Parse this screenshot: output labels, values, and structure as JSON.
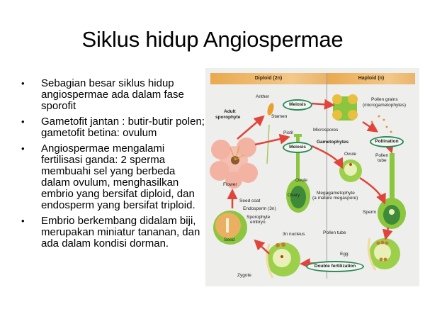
{
  "slide": {
    "title": "Siklus hidup Angiospermae",
    "bullets": [
      "Sebagian besar siklus hidup angiospermae ada dalam fase sporofit",
      "Gametofit jantan : butir-butir polen; gametofit betina: ovulum",
      "Angiospermae mengalami fertilisasi ganda: 2 sperma membuahi sel yang berbeda dalam ovulum, menghasilkan embrio yang bersifat diploid, dan endosperm yang bersifat triploid.",
      "Embrio berkembang didalam biji, merupakan miniatur tananan, dan ada dalam kondisi dorman."
    ],
    "bullet_glyph": "•"
  },
  "diagram": {
    "header_left": "Diploid (2n)",
    "header_right": "Haploid (n)",
    "ovals": {
      "meiosis_top": "Meiosis",
      "meiosis_mid": "Meiosis",
      "pollination": "Pollination",
      "double_fertilization": "Double fertilization"
    },
    "labels": {
      "anther": "Anther",
      "adult_sporophyte_1": "Adult",
      "adult_sporophyte_2": "sporophyte",
      "stamen": "Stamen",
      "pistil": "Pistil",
      "flower": "Flower",
      "ovule_left": "Ovule",
      "ovary": "Ovary",
      "seed_coat": "Seed coat",
      "endosperm": "Endosperm (3n)",
      "sporophyte_embryo_1": "Sporophyte",
      "sporophyte_embryo_2": "embryo",
      "seed": "Seed",
      "nucleus_3n": "3n nucleus",
      "zygote": "Zygote",
      "pollen_grains_1": "Pollen grains",
      "pollen_grains_2": "(microgametophytes)",
      "microspores": "Microspores",
      "gametophytes": "Gametophytes",
      "ovule_right": "Ovule",
      "pollen_tube_top_1": "Pollen",
      "pollen_tube_top_2": "tube",
      "megagametophyte_1": "Megagametophyte",
      "megagametophyte_2": "(a mature megaspore)",
      "sperm": "Sperm",
      "pollen_tube_bottom": "Pollen tube",
      "egg": "Egg"
    },
    "colors": {
      "header": "#e9a94e",
      "oval_border": "#2b8a5a",
      "arrow": "#e0443a",
      "plant_green": "#8cc63f",
      "petal": "#f2b3a3",
      "endosperm": "#e8b060"
    }
  }
}
